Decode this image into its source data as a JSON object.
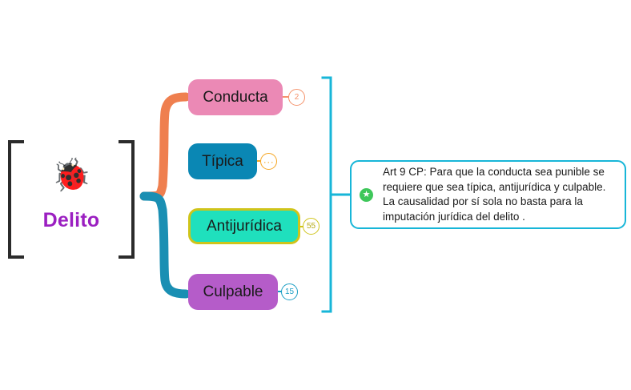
{
  "diagram": {
    "type": "mind-map",
    "title": "Delito",
    "root": {
      "label": "Delito",
      "icon": "ladybug-icon",
      "icon_glyph": "🐞",
      "label_color": "#9b1fc1",
      "bracket_color": "#2b2b2b"
    },
    "branches": [
      {
        "label": "Conducta",
        "fill": "#eb89b5",
        "border": "",
        "text_color": "#1a1a1a",
        "badge": {
          "text": "2",
          "color": "#f5936c",
          "name": "badge-count"
        },
        "connector_color": "#ef7f4f"
      },
      {
        "label": "Típica",
        "fill": "#0a87b4",
        "border": "",
        "text_color": "#1a1a1a",
        "badge": {
          "text": "···",
          "color": "#f5a623",
          "name": "badge-ellipsis"
        },
        "connector_color": "#ef7f4f"
      },
      {
        "label": "Antijurídica",
        "fill": "#1fe0bd",
        "border": "#cfc41a",
        "text_color": "#1a1a1a",
        "badge": {
          "text": "55",
          "color": "#cfc41a",
          "name": "badge-count"
        },
        "connector_color": "#1a8fb3"
      },
      {
        "label": "Culpable",
        "fill": "#b55cc9",
        "border": "",
        "text_color": "#1a1a1a",
        "badge": {
          "text": "15",
          "color": "#1a9ec4",
          "name": "badge-count"
        },
        "connector_color": "#1a8fb3"
      }
    ],
    "note": {
      "text": "Art 9 CP: Para que la conducta sea punible se requiere que sea típica, antijurídica y culpable. La causalidad por sí sola no basta para la imputación jurídica del delito .",
      "icon": "star-badge-icon",
      "icon_glyph": "★",
      "icon_color": "#3ec75a",
      "border_color": "#17b6d8"
    },
    "connectors": {
      "upper_brace_color": "#ef7f4f",
      "lower_brace_color": "#1a8fb3",
      "summary_bracket_color": "#17b6d8"
    }
  }
}
